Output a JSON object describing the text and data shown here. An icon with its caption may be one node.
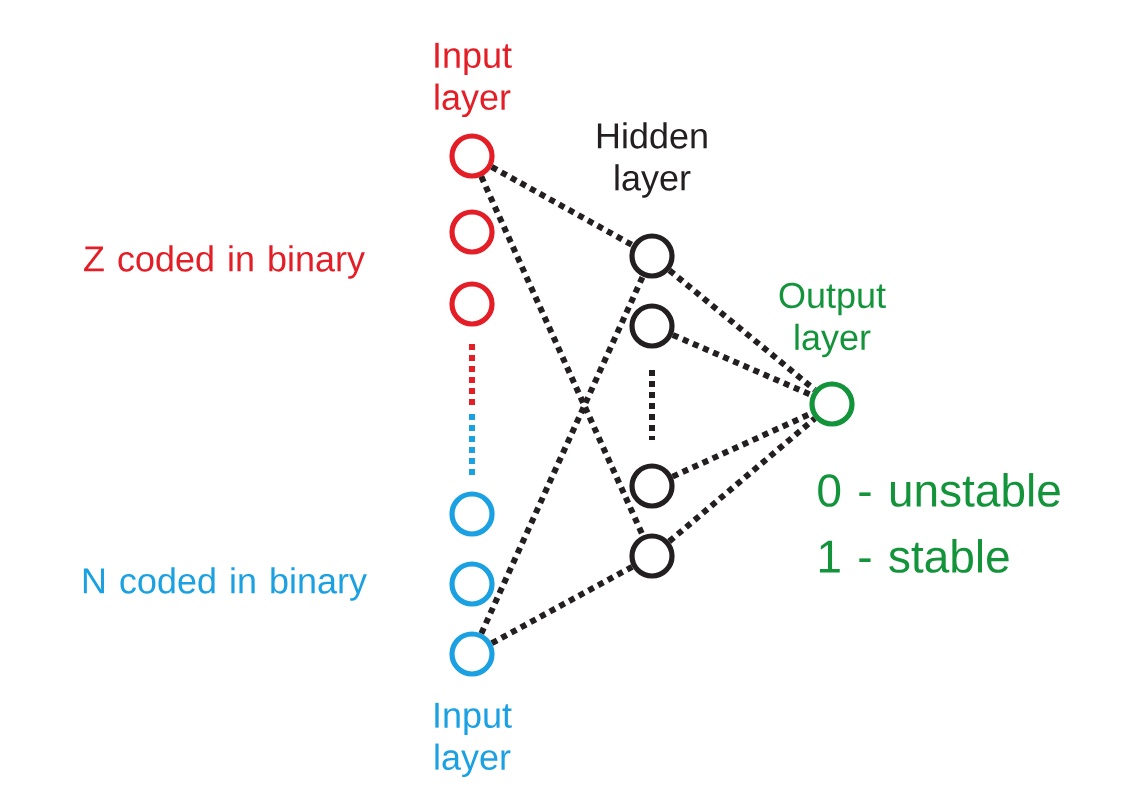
{
  "diagram": {
    "nodes": [
      {
        "text": [],
        "shape": "circle"
      },
      {
        "text": [],
        "shape": "circle"
      },
      {
        "text": [],
        "shape": "circle"
      },
      {
        "text": [],
        "shape": "circle"
      },
      {
        "text": [],
        "shape": "circle"
      },
      {
        "text": [],
        "shape": "circle"
      },
      {
        "text": [],
        "shape": "circle"
      },
      {
        "text": [],
        "shape": "circle"
      },
      {
        "text": [],
        "shape": "circle"
      },
      {
        "text": [],
        "shape": "circle"
      },
      {
        "text": [],
        "shape": "circle"
      }
    ],
    "edges": [
      {
        "from": 0,
        "to": 6,
        "arrow": "none"
      },
      {
        "from": 0,
        "to": 9,
        "arrow": "none"
      },
      {
        "from": 5,
        "to": 6,
        "arrow": "none"
      },
      {
        "from": 5,
        "to": 9,
        "arrow": "none"
      },
      {
        "from": 6,
        "to": 10,
        "arrow": "none"
      },
      {
        "from": 7,
        "to": 10,
        "arrow": "none"
      },
      {
        "from": 8,
        "to": 10,
        "arrow": "none"
      },
      {
        "from": 9,
        "to": 10,
        "arrow": "none"
      }
    ],
    "labels": [
      "Input layer",
      "Z coded in binary",
      "N coded in binary",
      "Input layer",
      "Hidden layer",
      "Output layer",
      "0 - unstable",
      "1 - stable"
    ]
  }
}
